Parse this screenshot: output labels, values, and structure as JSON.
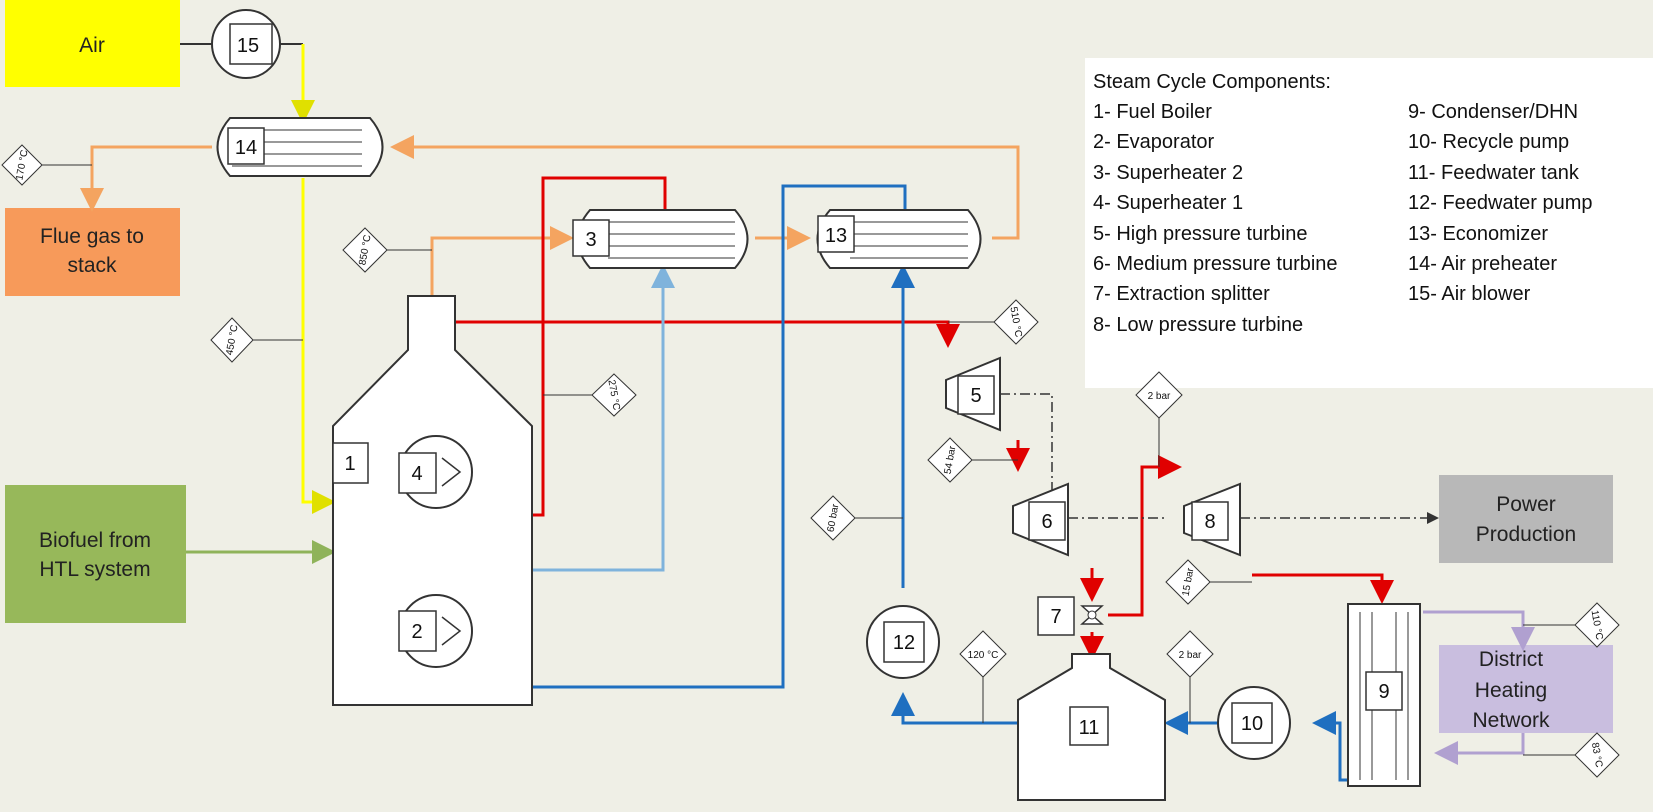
{
  "inputs": {
    "air": "Air",
    "flue_gas": [
      "Flue gas to",
      "stack"
    ],
    "biofuel": [
      "Biofuel from",
      "HTL system"
    ],
    "power": [
      "Power",
      "Production"
    ],
    "dhn": [
      "District",
      "Heating",
      "Network"
    ]
  },
  "components": {
    "c1": "1",
    "c2": "2",
    "c3": "3",
    "c4": "4",
    "c5": "5",
    "c6": "6",
    "c7": "7",
    "c8": "8",
    "c9": "9",
    "c10": "10",
    "c11": "11",
    "c12": "12",
    "c13": "13",
    "c14": "14",
    "c15": "15"
  },
  "tags": {
    "t170": "170 °C",
    "t850": "850 °C",
    "t450": "450 °C",
    "t275": "275 °C",
    "t510": "510 °C",
    "p54": "54 bar",
    "p60": "60 bar",
    "p2a": "2 bar",
    "p15": "15 bar",
    "t120": "120 °C",
    "p2b": "2 bar",
    "t110": "110 °C",
    "t83": "83 °C"
  },
  "legend": {
    "title": "Steam Cycle Components:",
    "col1": [
      "1- Fuel Boiler",
      "2- Evaporator",
      "3- Superheater 2",
      "4- Superheater 1",
      "5- High pressure turbine",
      "6- Medium pressure turbine",
      "7- Extraction splitter",
      "8- Low pressure turbine"
    ],
    "col2": [
      "9- Condenser/DHN",
      "10- Recycle pump",
      "11- Feedwater tank",
      "12- Feedwater pump",
      "13- Economizer",
      "14- Air preheater",
      "15- Air blower"
    ]
  },
  "colors": {
    "air_line": "#ffff00",
    "flue_line": "#f4a460",
    "steam_line": "#e00000",
    "water_line": "#1f6fc0",
    "light_water_line": "#7fb3dc",
    "dhn_line": "#b0a0d0",
    "biofuel_line": "#8fb35a",
    "air_box": "#ffff00",
    "flue_box": "#f79a5a",
    "biofuel_box": "#97b85a",
    "power_box": "#b8b8b8",
    "dhn_box": "#c9bedf"
  }
}
